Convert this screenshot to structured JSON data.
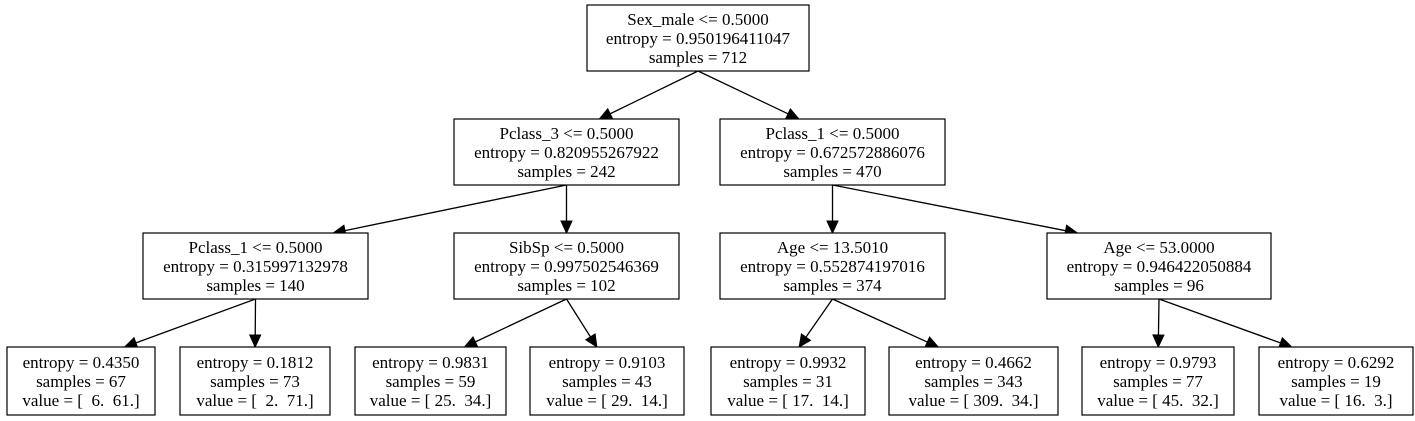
{
  "tree": {
    "nodes": [
      {
        "id": "root",
        "lines": [
          "Sex_male <= 0.5000",
          "entropy = 0.950196411047",
          "samples = 712"
        ]
      },
      {
        "id": "n1",
        "lines": [
          "Pclass_3 <= 0.5000",
          "entropy = 0.820955267922",
          "samples = 242"
        ]
      },
      {
        "id": "n2",
        "lines": [
          "Pclass_1 <= 0.5000",
          "entropy = 0.672572886076",
          "samples = 470"
        ]
      },
      {
        "id": "n3",
        "lines": [
          "Pclass_1 <= 0.5000",
          "entropy = 0.315997132978",
          "samples = 140"
        ]
      },
      {
        "id": "n4",
        "lines": [
          "SibSp <= 0.5000",
          "entropy = 0.997502546369",
          "samples = 102"
        ]
      },
      {
        "id": "n5",
        "lines": [
          "Age <= 13.5010",
          "entropy = 0.552874197016",
          "samples = 374"
        ]
      },
      {
        "id": "n6",
        "lines": [
          "Age <= 53.0000",
          "entropy = 0.946422050884",
          "samples = 96"
        ]
      },
      {
        "id": "l1",
        "lines": [
          "entropy = 0.4350",
          "samples = 67",
          "value = [  6.  61.]"
        ]
      },
      {
        "id": "l2",
        "lines": [
          "entropy = 0.1812",
          "samples = 73",
          "value = [  2.  71.]"
        ]
      },
      {
        "id": "l3",
        "lines": [
          "entropy = 0.9831",
          "samples = 59",
          "value = [ 25.  34.]"
        ]
      },
      {
        "id": "l4",
        "lines": [
          "entropy = 0.9103",
          "samples = 43",
          "value = [ 29.  14.]"
        ]
      },
      {
        "id": "l5",
        "lines": [
          "entropy = 0.9932",
          "samples = 31",
          "value = [ 17.  14.]"
        ]
      },
      {
        "id": "l6",
        "lines": [
          "entropy = 0.4662",
          "samples = 343",
          "value = [ 309.  34.]"
        ]
      },
      {
        "id": "l7",
        "lines": [
          "entropy = 0.9793",
          "samples = 77",
          "value = [ 45.  32.]"
        ]
      },
      {
        "id": "l8",
        "lines": [
          "entropy = 0.6292",
          "samples = 19",
          "value = [ 16.  3.]"
        ]
      }
    ],
    "edges": [
      [
        "root",
        "n1"
      ],
      [
        "root",
        "n2"
      ],
      [
        "n1",
        "n3"
      ],
      [
        "n1",
        "n4"
      ],
      [
        "n2",
        "n5"
      ],
      [
        "n2",
        "n6"
      ],
      [
        "n3",
        "l1"
      ],
      [
        "n3",
        "l2"
      ],
      [
        "n4",
        "l3"
      ],
      [
        "n4",
        "l4"
      ],
      [
        "n5",
        "l5"
      ],
      [
        "n5",
        "l6"
      ],
      [
        "n6",
        "l7"
      ],
      [
        "n6",
        "l8"
      ]
    ]
  }
}
